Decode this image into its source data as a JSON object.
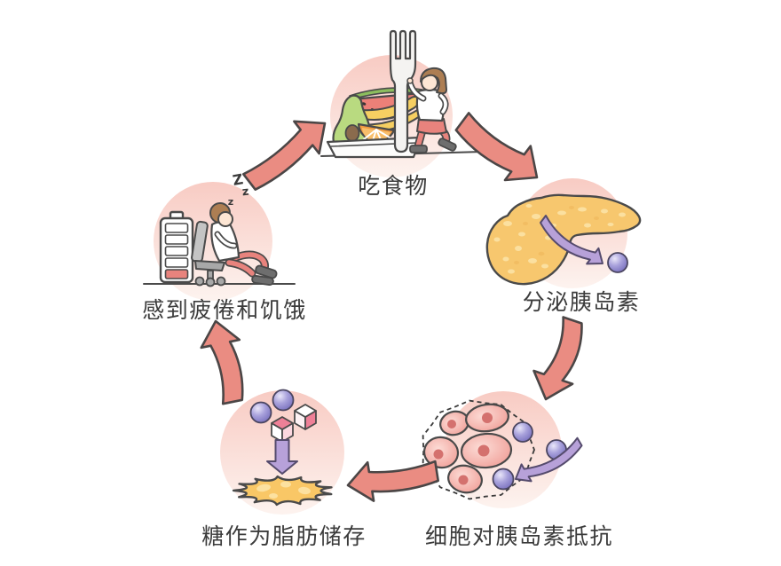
{
  "diagram": {
    "type": "cycle",
    "direction": "clockwise",
    "stages": [
      {
        "id": "eat-food",
        "position": "top",
        "label": "吃食物",
        "icon": "fruit-plate-fork-eating-person-icon"
      },
      {
        "id": "secrete-insulin",
        "position": "right",
        "label": "分泌胰岛素",
        "icon": "pancreas-releasing-insulin-icon"
      },
      {
        "id": "cells-resist-insulin",
        "position": "bottom-right",
        "label": "细胞对胰岛素抵抗",
        "icon": "cells-blocking-insulin-icon"
      },
      {
        "id": "sugar-stored-as-fat",
        "position": "bottom-left",
        "label": "糖作为脂肪储存",
        "icon": "sugar-converted-to-fat-icon"
      },
      {
        "id": "feel-tired-and-hungry",
        "position": "left",
        "label": "感到疲倦和饥饿",
        "icon": "tired-person-low-battery-icon"
      }
    ],
    "sleep_zs": [
      "Z",
      "z",
      "z"
    ],
    "colors": {
      "background": "#ffffff",
      "bubble_top": "#f8cbc3",
      "bubble_bottom": "#fdf3ef",
      "cycle_arrow": "#ea8c82",
      "outline": "#4a4a4a",
      "insulin_purple": "#8b84c9",
      "small_arrow_purple": "#b7a1d9",
      "pancreas_yellow": "#f7c76e",
      "fat_yellow": "#f9c766",
      "cell_pink": "#ef9790",
      "battery_low_red": "#e8837d",
      "label_text": "#3b3b3b"
    }
  }
}
